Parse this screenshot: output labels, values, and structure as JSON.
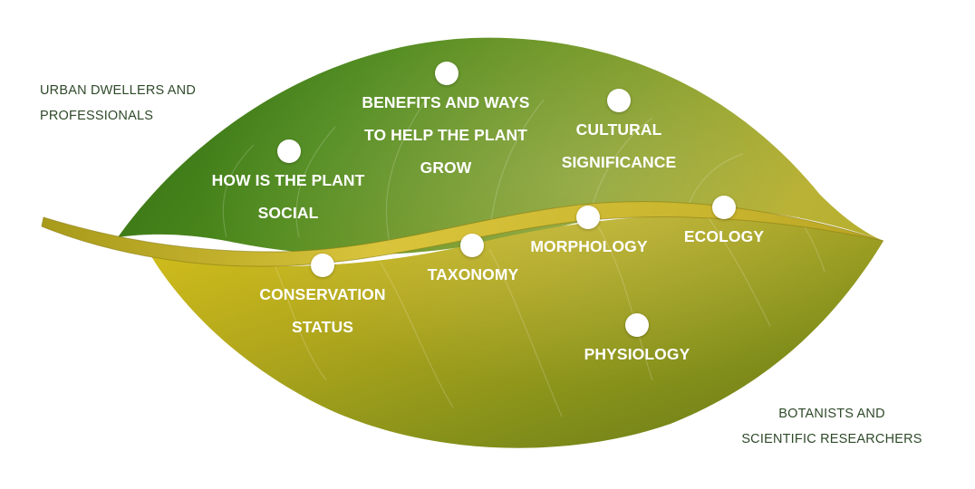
{
  "audiences": {
    "urban": {
      "lines": [
        "URBAN DWELLERS AND",
        "PROFESSIONALS"
      ]
    },
    "botanists": {
      "lines": [
        "BOTANISTS AND",
        "SCIENTIFIC RESEARCHERS"
      ]
    }
  },
  "topics": [
    {
      "id": "social",
      "lines": [
        "HOW IS THE PLANT",
        "SOCIAL"
      ]
    },
    {
      "id": "benefits",
      "lines": [
        "BENEFITS AND WAYS",
        "TO HELP THE PLANT",
        "GROW"
      ]
    },
    {
      "id": "cultural",
      "lines": [
        "CULTURAL",
        "SIGNIFICANCE"
      ]
    },
    {
      "id": "ecology",
      "lines": [
        "ECOLOGY"
      ]
    },
    {
      "id": "morphology",
      "lines": [
        "MORPHOLOGY"
      ]
    },
    {
      "id": "taxonomy",
      "lines": [
        "TAXONOMY"
      ]
    },
    {
      "id": "conservation",
      "lines": [
        "CONSERVATION",
        "STATUS"
      ]
    },
    {
      "id": "physiology",
      "lines": [
        "PHYSIOLOGY"
      ]
    }
  ],
  "colors": {
    "leaf_top_dark": "#3f7a1a",
    "leaf_top_light": "#8a9c22",
    "leaf_bottom_light": "#c2ae1e",
    "leaf_bottom_dark": "#6f7f14",
    "midrib": "#d6c23a",
    "audience_text": "#2f4a2a",
    "topic_text": "#ffffff"
  }
}
